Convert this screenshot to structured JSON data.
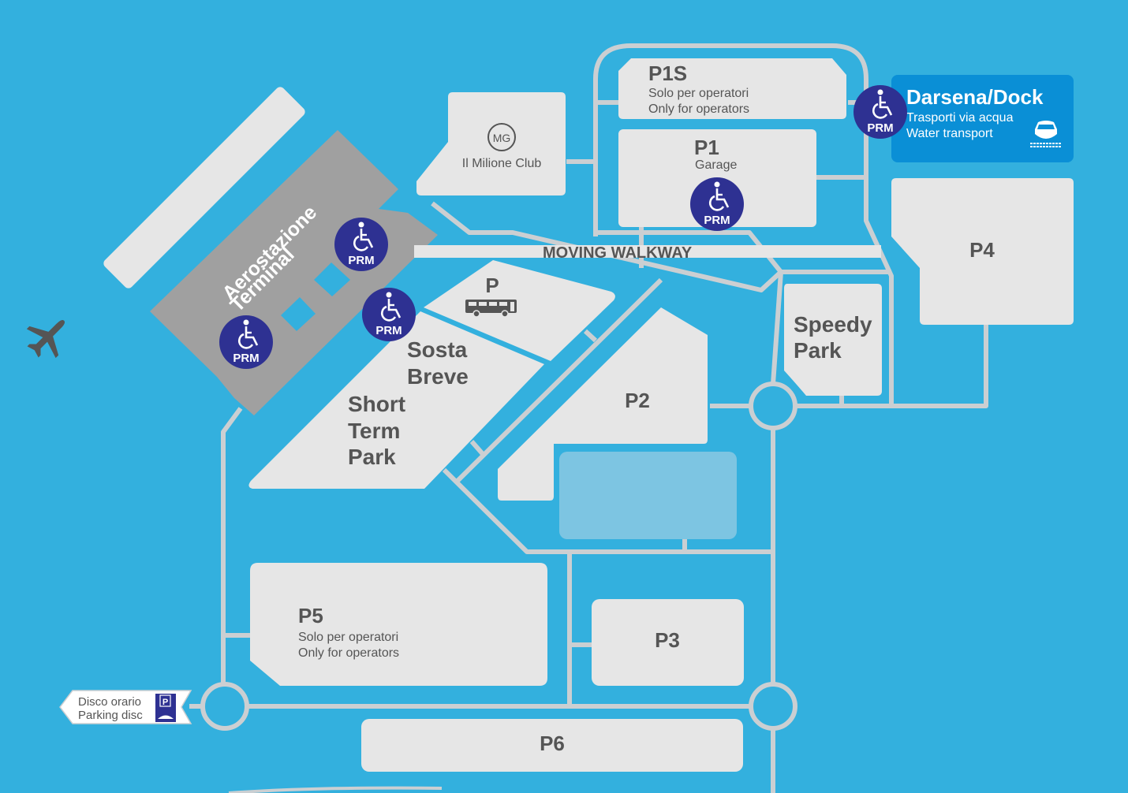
{
  "colors": {
    "water": "#33b0de",
    "lot": "#e6e6e6",
    "road": "#cbcfd2",
    "terminal": "#a0a0a0",
    "prm": "#2e3192",
    "dock": "#0a8fd6",
    "label": "#555555",
    "reserved_area": "#7dc5e2"
  },
  "terminal": {
    "line1": "Aerostazione",
    "line2": "Terminal"
  },
  "airplane_icon": "airplane-icon",
  "milione": {
    "logo": "MG",
    "name": "Il Milione Club"
  },
  "p1s": {
    "title": "P1S",
    "line1": "Solo per operatori",
    "line2": "Only for  operators"
  },
  "p1": {
    "title": "P1",
    "subtitle": "Garage"
  },
  "dock": {
    "title": "Darsena/Dock",
    "line1": "Trasporti via acqua",
    "line2": "Water transport",
    "icon": "boat-icon"
  },
  "p4": {
    "title": "P4"
  },
  "walkway": {
    "label": "MOVING WALKWAY"
  },
  "bus_lot": {
    "title": "P",
    "icon": "bus-icon"
  },
  "short_term": {
    "it1": "Sosta",
    "it2": "Breve",
    "en1": "Short",
    "en2": "Term",
    "en3": "Park"
  },
  "speedy": {
    "line1": "Speedy",
    "line2": "Park"
  },
  "p2": {
    "title": "P2"
  },
  "p3": {
    "title": "P3"
  },
  "p5": {
    "title": "P5",
    "line1": "Solo per operatori",
    "line2": "Only for  operators"
  },
  "p6": {
    "title": "P6"
  },
  "parking_disc": {
    "line1": "Disco orario",
    "line2": "Parking disc",
    "badge": "P"
  },
  "prm_label": "PRM",
  "prm_markers": [
    {
      "id": "terminal-north"
    },
    {
      "id": "terminal-east"
    },
    {
      "id": "terminal-south"
    },
    {
      "id": "p1-garage"
    },
    {
      "id": "dock"
    }
  ]
}
